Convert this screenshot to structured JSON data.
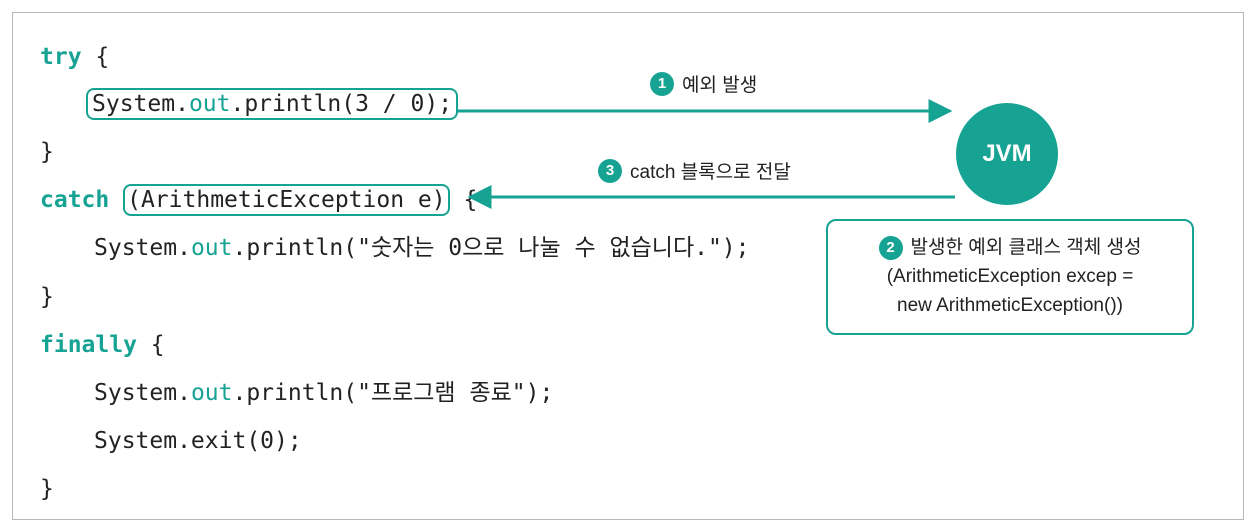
{
  "code": {
    "try_kw": "try",
    "brace_open": "{",
    "brace_close": "}",
    "line1_prefix": "System.",
    "out": "out",
    "line1_suffix": ".println(3 / 0);",
    "catch_kw": "catch",
    "catch_param": "(ArithmeticException e)",
    "line2_prefix": "System.",
    "line2_suffix": ".println(\"숫자는 0으로 나눌 수 없습니다.\");",
    "finally_kw": "finally",
    "line3_prefix": "System.",
    "line3_suffix": ".println(\"프로그램 종료\");",
    "line4": "System.exit(0);"
  },
  "annotations": {
    "step1_num": "1",
    "step1_text": "예외 발생",
    "step2_num": "2",
    "step2_text": "발생한 예외 클래스 객체 생성",
    "step2_line2": "(ArithmeticException excep =",
    "step2_line3": "new ArithmeticException())",
    "step3_num": "3",
    "step3_text": "catch 블록으로 전달"
  },
  "jvm_label": "JVM",
  "colors": {
    "accent": "#17a394",
    "text": "#222222",
    "border": "#b8b8b8"
  }
}
